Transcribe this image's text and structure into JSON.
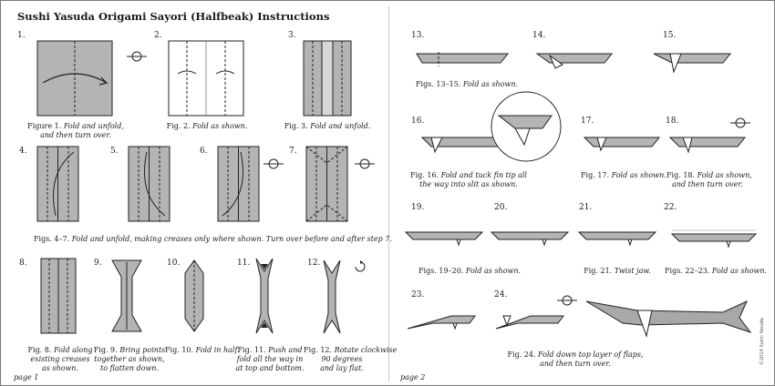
{
  "title": "Sushi Yasuda Origami Sayori (Halfbeak) Instructions",
  "steps": {
    "s1": "1.",
    "s2": "2.",
    "s3": "3.",
    "s4": "4.",
    "s5": "5.",
    "s6": "6.",
    "s7": "7.",
    "s8": "8.",
    "s9": "9.",
    "s10": "10.",
    "s11": "11.",
    "s12": "12.",
    "s13": "13.",
    "s14": "14.",
    "s15": "15.",
    "s16": "16.",
    "s17": "17.",
    "s18": "18.",
    "s19": "19.",
    "s20": "20.",
    "s21": "21.",
    "s22": "22.",
    "s23": "23.",
    "s24": "24."
  },
  "captions": {
    "fig1_a": "Figure 1. ",
    "fig1_b": "Fold and unfold,",
    "fig1_c": "and then turn over.",
    "fig2_a": "Fig. 2. ",
    "fig2_b": "Fold as shown.",
    "fig3_a": "Fig. 3. ",
    "fig3_b": "Fold and unfold.",
    "fig4_7_a": "Figs. 4–7. ",
    "fig4_7_b": "Fold and unfold, making creases only where shown. Turn over before and after step 7.",
    "fig8_a": "Fig. 8. ",
    "fig8_b": "Fold along",
    "fig8_c": "existing creases",
    "fig8_d": "as shown.",
    "fig9_a": "Fig. 9. ",
    "fig9_b": "Bring points",
    "fig9_c": "together as shown,",
    "fig9_d": "to flatten down.",
    "fig10_a": "Fig. 10. ",
    "fig10_b": "Fold in half.",
    "fig11_a": "Fig. 11. ",
    "fig11_b": "Push and",
    "fig11_c": "fold all the way in",
    "fig11_d": "at top and bottom.",
    "fig12_a": "Fig. 12. ",
    "fig12_b": "Rotate clockwise",
    "fig12_c": "90 degrees",
    "fig12_d": "and lay flat.",
    "fig13_15_a": "Figs. 13–15. ",
    "fig13_15_b": "Fold as shown.",
    "fig16_a": "Fig. 16. ",
    "fig16_b": "Fold and tuck fin tip all",
    "fig16_c": "the way into slit as shown.",
    "fig17_a": "Fig. 17. ",
    "fig17_b": "Fold as shown.",
    "fig18_a": "Fig. 18. ",
    "fig18_b": "Fold as shown,",
    "fig18_c": "and then turn over.",
    "fig19_20_a": "Figs. 19–20. ",
    "fig19_20_b": "Fold as shown.",
    "fig21_a": "Fig. 21. ",
    "fig21_b": "Twist jaw.",
    "fig22_23_a": "Figs. 22–23. ",
    "fig22_23_b": "Fold as shown.",
    "fig24_a": "Fig. 24. ",
    "fig24_b": "Fold down top layer of flaps,",
    "fig24_c": "and then turn over."
  },
  "pages": {
    "left": "page 1",
    "right": "page 2"
  },
  "copyright": "©2014 Sushi Yasuda",
  "colors": {
    "paper_gray": "#b4b4b4",
    "paper_white": "#ffffff",
    "line": "#222222",
    "fish_gray": "#a8a8a8"
  }
}
